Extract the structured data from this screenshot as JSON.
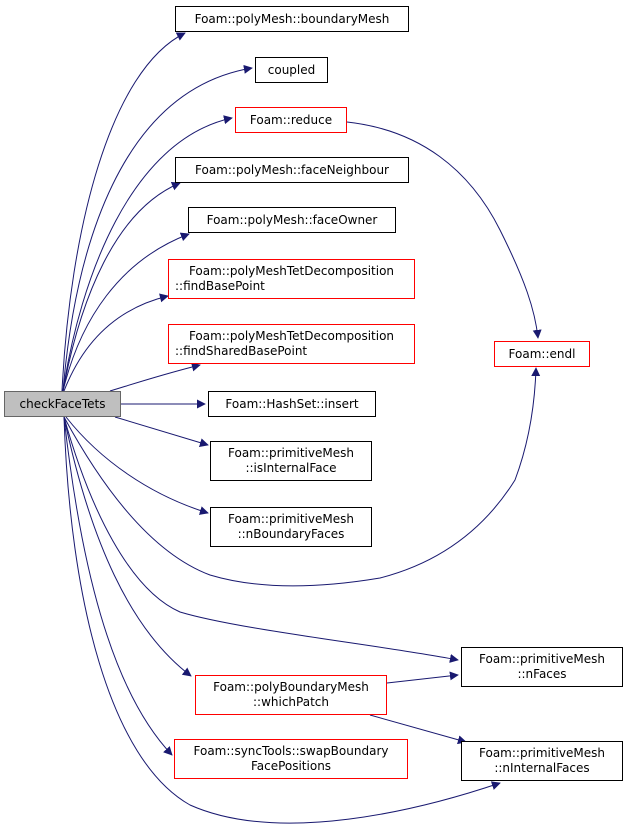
{
  "colors": {
    "edge": "#191970",
    "node_border": "#000000",
    "node_border_truncated": "#ff0000",
    "root_fill": "#bfbfbf",
    "root_border": "#666666"
  },
  "root": {
    "id": "root",
    "label": "checkFaceTets"
  },
  "nodes": [
    {
      "id": "boundaryMesh",
      "lines": [
        "Foam::polyMesh::boundaryMesh"
      ],
      "truncated": false
    },
    {
      "id": "coupled",
      "lines": [
        "coupled"
      ],
      "truncated": false
    },
    {
      "id": "reduce",
      "lines": [
        "Foam::reduce"
      ],
      "truncated": true
    },
    {
      "id": "faceNeighbour",
      "lines": [
        "Foam::polyMesh::faceNeighbour"
      ],
      "truncated": false
    },
    {
      "id": "faceOwner",
      "lines": [
        "Foam::polyMesh::faceOwner"
      ],
      "truncated": false
    },
    {
      "id": "findBasePoint",
      "lines": [
        "Foam::polyMeshTetDecomposition",
        "::findBasePoint"
      ],
      "truncated": true
    },
    {
      "id": "findSharedBasePoint",
      "lines": [
        "Foam::polyMeshTetDecomposition",
        "::findSharedBasePoint"
      ],
      "truncated": true
    },
    {
      "id": "endl",
      "lines": [
        "Foam::endl"
      ],
      "truncated": true
    },
    {
      "id": "insert",
      "lines": [
        "Foam::HashSet::insert"
      ],
      "truncated": false
    },
    {
      "id": "isInternalFace",
      "lines": [
        "Foam::primitiveMesh",
        "::isInternalFace"
      ],
      "truncated": false
    },
    {
      "id": "nBoundaryFaces",
      "lines": [
        "Foam::primitiveMesh",
        "::nBoundaryFaces"
      ],
      "truncated": false
    },
    {
      "id": "nFaces",
      "lines": [
        "Foam::primitiveMesh",
        "::nFaces"
      ],
      "truncated": false
    },
    {
      "id": "whichPatch",
      "lines": [
        "Foam::polyBoundaryMesh",
        "::whichPatch"
      ],
      "truncated": true
    },
    {
      "id": "swapBoundary",
      "lines": [
        "Foam::syncTools::swapBoundary",
        "FacePositions"
      ],
      "truncated": true
    },
    {
      "id": "nInternalFaces",
      "lines": [
        "Foam::primitiveMesh",
        "::nInternalFaces"
      ],
      "truncated": false
    }
  ],
  "edges": [
    [
      "root",
      "boundaryMesh"
    ],
    [
      "root",
      "coupled"
    ],
    [
      "root",
      "reduce"
    ],
    [
      "root",
      "faceNeighbour"
    ],
    [
      "root",
      "faceOwner"
    ],
    [
      "root",
      "findBasePoint"
    ],
    [
      "root",
      "findSharedBasePoint"
    ],
    [
      "root",
      "insert"
    ],
    [
      "root",
      "isInternalFace"
    ],
    [
      "root",
      "nBoundaryFaces"
    ],
    [
      "root",
      "endl"
    ],
    [
      "root",
      "nFaces"
    ],
    [
      "root",
      "whichPatch"
    ],
    [
      "root",
      "swapBoundary"
    ],
    [
      "root",
      "nInternalFaces"
    ],
    [
      "reduce",
      "endl"
    ],
    [
      "whichPatch",
      "nFaces"
    ],
    [
      "whichPatch",
      "nInternalFaces"
    ]
  ]
}
